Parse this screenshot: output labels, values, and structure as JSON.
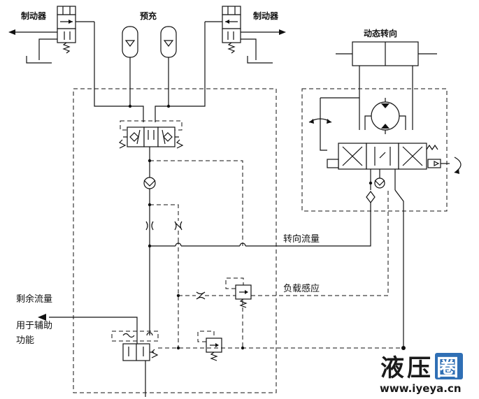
{
  "labels": {
    "brake_left": "制动器",
    "precharge": "预充",
    "brake_right": "制动器",
    "dynamic_steering": "动态转向",
    "steering_flow": "转向流量",
    "load_sensing": "负载感应",
    "excess_flow": "剩余流量",
    "auxiliary_line1": "用于辅助",
    "auxiliary_line2": "功能"
  },
  "watermark": {
    "chars": [
      "液",
      "压",
      "圈"
    ],
    "url": "www.iyeya.cn"
  },
  "colors": {
    "line": "#111111",
    "watermark_text": "#1a1a1a",
    "watermark_badge": "#2f6fb5"
  }
}
